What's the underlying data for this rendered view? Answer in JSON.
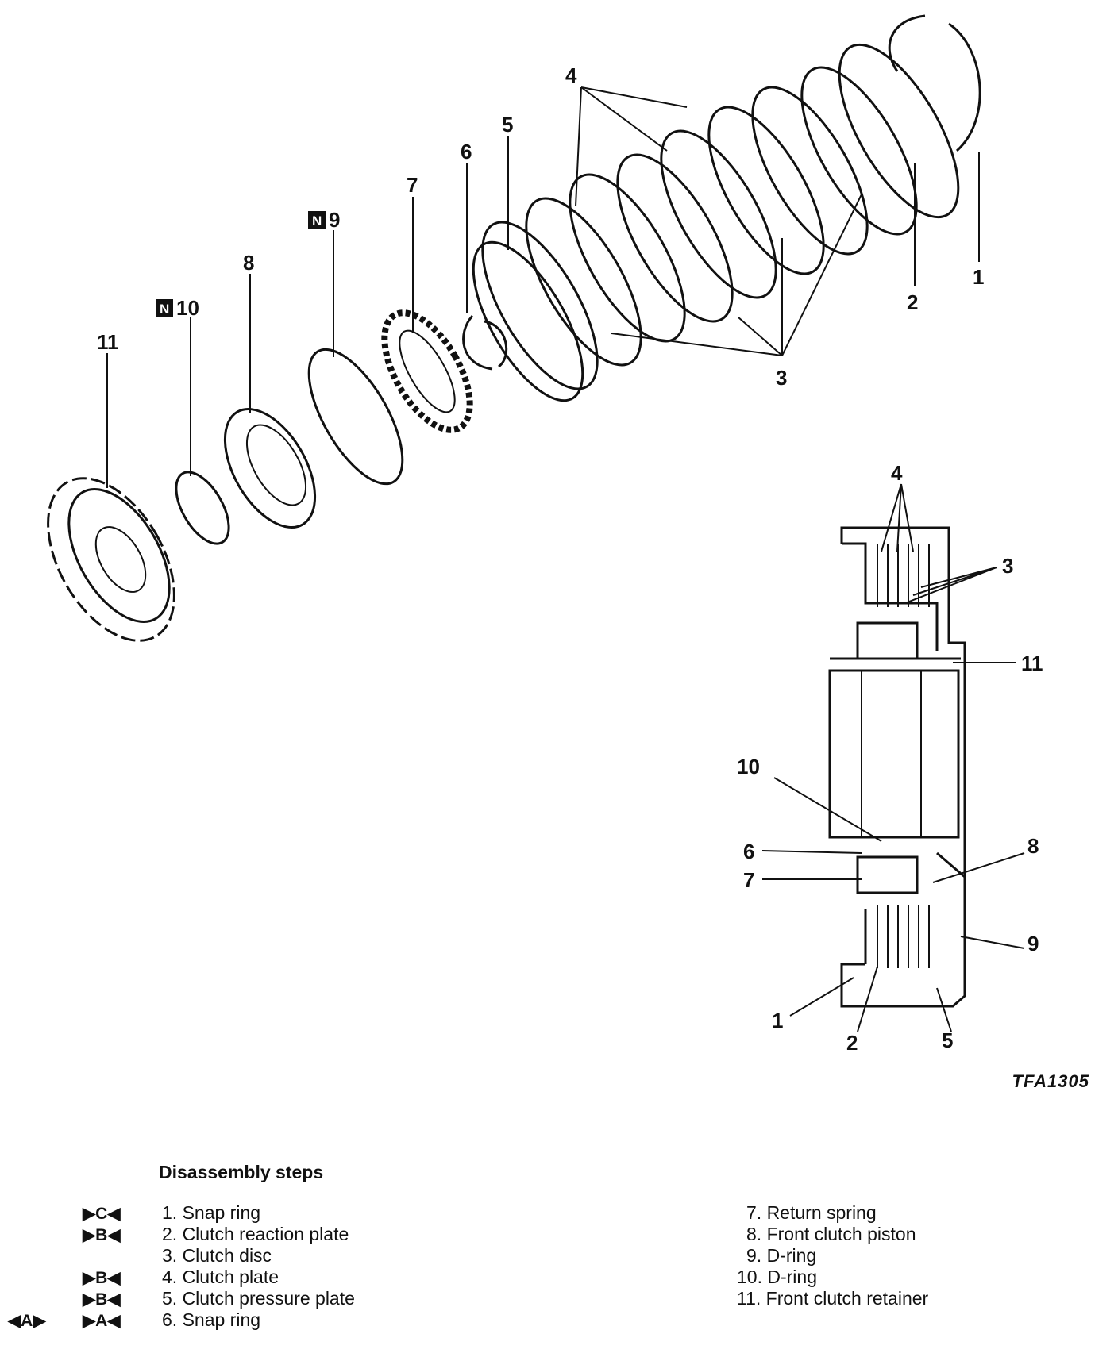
{
  "figure_code": "TFA1305",
  "exploded_labels": {
    "l1": "1",
    "l2": "2",
    "l3": "3",
    "l4": "4",
    "l5": "5",
    "l6": "6",
    "l7": "7",
    "l8": "8",
    "l9": "9",
    "l10": "10",
    "l11": "11",
    "new_part_badge": "N"
  },
  "section_labels": {
    "l1": "1",
    "l2": "2",
    "l3": "3",
    "l4": "4",
    "l5": "5",
    "l6": "6",
    "l7": "7",
    "l8": "8",
    "l9": "9",
    "l10": "10",
    "l11": "11"
  },
  "disassembly": {
    "title": "Disassembly steps",
    "steps_left": [
      {
        "mark": "▶C◀",
        "text": "1. Snap ring"
      },
      {
        "mark": "▶B◀",
        "text": "2. Clutch reaction plate"
      },
      {
        "mark": "",
        "text": "3. Clutch disc"
      },
      {
        "mark": "▶B◀",
        "text": "4. Clutch plate"
      },
      {
        "mark": "▶B◀",
        "text": "5. Clutch pressure plate"
      },
      {
        "mark": "▶A◀",
        "text": "6. Snap ring",
        "pre_mark": "◀A▶"
      }
    ],
    "steps_right": [
      {
        "text": "7. Return spring"
      },
      {
        "text": "8. Front clutch piston"
      },
      {
        "text": "9. D-ring"
      },
      {
        "text": "10. D-ring"
      },
      {
        "text": "11. Front clutch retainer"
      }
    ]
  }
}
